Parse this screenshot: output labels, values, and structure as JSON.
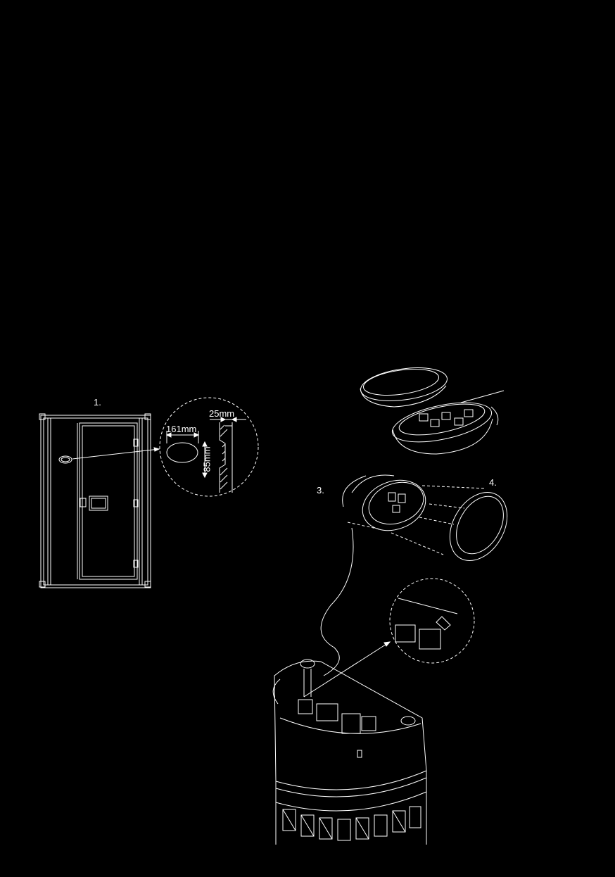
{
  "steps": {
    "step1": "1.",
    "step3": "3.",
    "step4": "4."
  },
  "dimensions": {
    "width": "161mm",
    "height": "85mm",
    "depth": "25mm"
  },
  "colors": {
    "background": "#000000",
    "line": "#ffffff"
  }
}
